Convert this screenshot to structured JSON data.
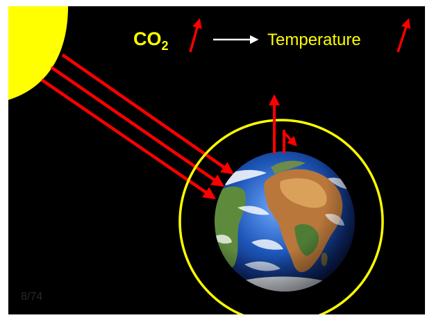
{
  "slide": {
    "co2_label": "CO",
    "co2_subscript": "2",
    "temperature_label": "Temperature",
    "slide_number": "8/74"
  },
  "colors": {
    "background": "#000000",
    "sun": "#ffff00",
    "atmosphere_ring": "#ffff00",
    "radiation_arrows": "#ff0000",
    "text": "#ffff00",
    "connector_arrow": "#ffffff"
  },
  "icons": [
    "sun-icon",
    "earth-icon",
    "atmosphere-ring",
    "increase-arrow-icon",
    "right-arrow-icon"
  ]
}
